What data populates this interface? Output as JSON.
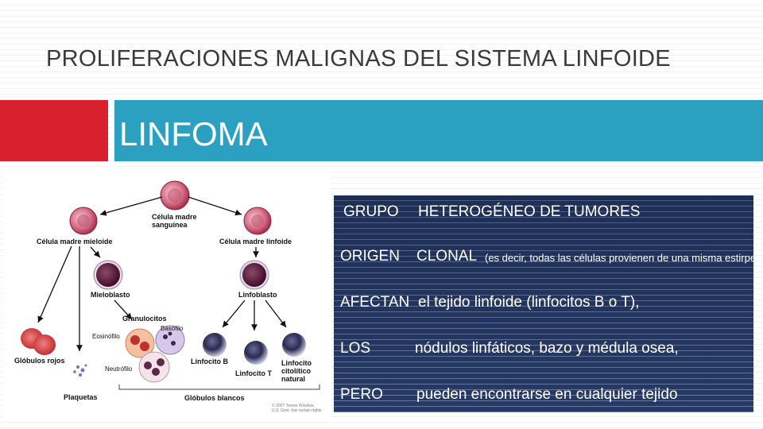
{
  "slide": {
    "title": "PROLIFERACIONES MALIGNAS DEL SISTEMA LINFOIDE",
    "subtitle": "LINFOMA",
    "colors": {
      "accent_red": "#d9202e",
      "accent_blue": "#2ba0c0",
      "panel_blue": "#2b3d6a"
    }
  },
  "diagram": {
    "stem_cell": "Célula madre sanguínea",
    "stem_cell_line1": "Célula madre",
    "stem_cell_line2": "sanguínea",
    "myeloid_stem": "Célula madre mieloide",
    "lymphoid_stem": "Célula madre linfoide",
    "myeloblast": "Mieloblasto",
    "lymphoblast": "Linfoblasto",
    "granulocytes": "Granulocitos",
    "basophil": "Basófilo",
    "eosinophil": "Eosinófilo",
    "neutrophil": "Neutrófilo",
    "red_cells": "Glóbulos rojos",
    "platelets": "Plaquetas",
    "b_cell": "Linfocito B",
    "t_cell": "Linfocito T",
    "nk_line1": "Linfocito",
    "nk_line2": "citolítico",
    "nk_line3": "natural",
    "white_cells": "Glóbulos blancos",
    "copyright_line1": "© 2007 Terese Winslow",
    "copyright_line2": "U.S. Govt. has certain rights"
  },
  "panel": {
    "rows": [
      {
        "key": "GRUPO",
        "value": "HETEROGÉNEO DE TUMORES",
        "note": ""
      },
      {
        "key": "ORIGEN",
        "value": "CLONAL",
        "note": "(es decir, todas las células provienen de  una misma estirpe celular)."
      },
      {
        "key": "AFECTAN",
        "value": "el tejido linfoide (linfocitos B o T),",
        "note": ""
      },
      {
        "key": "LOS",
        "value": "nódulos linfáticos, bazo y médula osea,",
        "note": ""
      },
      {
        "key": "PERO",
        "value": "pueden encontrarse en cualquier tejido",
        "note": ""
      }
    ]
  }
}
